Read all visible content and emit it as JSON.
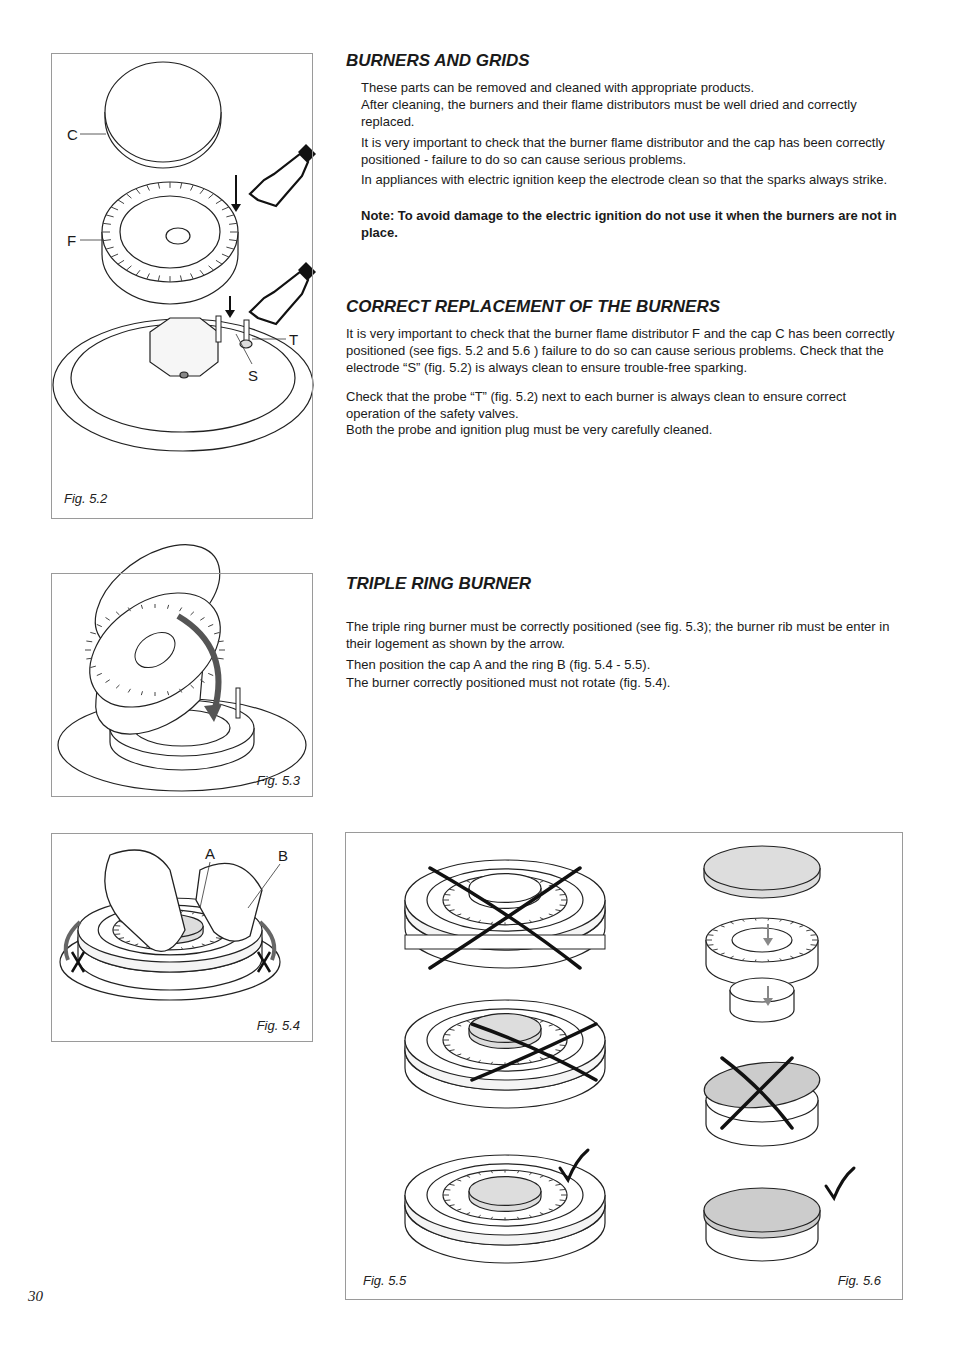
{
  "diagram": {
    "nodes": [
      {
        "text": [
          "Fig. 5.2"
        ]
      },
      {
        "text": [
          "Fig. 5.3"
        ]
      },
      {
        "text": [
          "Fig. 5.4"
        ]
      },
      {
        "text": [
          "Fig. 5.5",
          "Fig. 5.6"
        ]
      }
    ],
    "labels": [
      "BURNERS AND GRIDS",
      "These parts can be removed and cleaned with appropriate products.",
      "After cleaning, the burners and their flame distributors must be well dried and correctly replaced.",
      "It is very important to check that the burner flame distributor and the cap has been correctly positioned - failure to do so can cause serious problems.",
      "In appliances with electric ignition keep the electrode clean so that the sparks always strike.",
      "Note: To avoid damage to the electric ignition do not use it when the burners are not in place.",
      "CORRECT REPLACEMENT OF THE BURNERS",
      "It is very important to check that the burner flame distributor F and the cap C has been correctly positioned (see figs. 5.2 and 5.6 ) failure to do so can cause serious problems. Check that the electrode “S” (fig. 5.2) is always clean to ensure trouble-free sparking.",
      "Check that the probe “T” (fig. 5.2) next to each burner is always clean to ensure correct operation of the safety valves.",
      "Both the probe and ignition plug must be very carefully cleaned.",
      "TRIPLE RING BURNER",
      "The triple ring burner must be correctly positioned (see fig. 5.3); the burner rib must be enter in their logement as shown by the arrow.",
      "Then position the cap A and the ring B (fig. 5.4 - 5.5).",
      "The burner correctly positioned must not rotate (fig. 5.4).",
      "C",
      "F",
      "T",
      "S",
      "A",
      "B",
      "30"
    ]
  }
}
